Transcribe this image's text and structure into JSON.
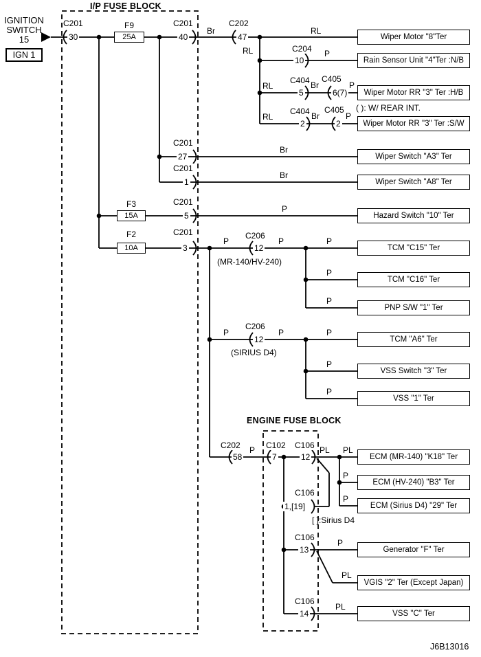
{
  "titles": {
    "ip_block": "I/P FUSE BLOCK",
    "engine_block": "ENGINE FUSE BLOCK",
    "doc_id": "J6B13016"
  },
  "source": {
    "line1": "IGNITION",
    "line2": "SWITCH",
    "pin": "15",
    "tag": "IGN 1"
  },
  "fuses": [
    {
      "name": "F9",
      "rating": "25A"
    },
    {
      "name": "F3",
      "rating": "15A"
    },
    {
      "name": "F2",
      "rating": "10A"
    }
  ],
  "connectors": [
    {
      "name": "C201",
      "pin": "30"
    },
    {
      "name": "C201",
      "pin": "40"
    },
    {
      "name": "C202",
      "pin": "47"
    },
    {
      "name": "C204",
      "pin": "10"
    },
    {
      "name": "C404",
      "pin": "5"
    },
    {
      "name": "C405",
      "pin": "6(7)"
    },
    {
      "name": "C404",
      "pin": "2"
    },
    {
      "name": "C405",
      "pin": "2"
    },
    {
      "name": "C201",
      "pin": "27"
    },
    {
      "name": "C201",
      "pin": "1"
    },
    {
      "name": "C201",
      "pin": "5"
    },
    {
      "name": "C201",
      "pin": "3"
    },
    {
      "name": "C206",
      "pin": "12"
    },
    {
      "name": "C206",
      "pin": "12"
    },
    {
      "name": "C202",
      "pin": "58"
    },
    {
      "name": "C102",
      "pin": "7"
    },
    {
      "name": "C106",
      "pin": "12"
    },
    {
      "name": "C106",
      "pin": "1,[19]"
    },
    {
      "name": "C106",
      "pin": "13"
    },
    {
      "name": "C106",
      "pin": "14"
    }
  ],
  "wire_labels": [
    "Br",
    "RL",
    "RL",
    "P",
    "RL",
    "Br",
    "P",
    "RL",
    "Br",
    "P",
    "Br",
    "Br",
    "P",
    "P",
    "P",
    "P",
    "P",
    "P",
    "P",
    "P",
    "P",
    "P",
    "P",
    "P",
    "PL",
    "PL",
    "P",
    "P",
    "P",
    "PL",
    "PL"
  ],
  "notes": [
    "( ): W/ REAR INT.",
    "(MR-140/HV-240)",
    "(SIRIUS D4)",
    "[ ]:Sirius D4"
  ],
  "terminals": [
    "Wiper Motor \"8\"Ter",
    "Rain Sensor Unit \"4\"Ter :N/B",
    "Wiper Motor RR \"3\" Ter :H/B",
    "Wiper Motor RR \"3\" Ter :S/W",
    "Wiper Switch \"A3\" Ter",
    "Wiper Switch \"A8\" Ter",
    "Hazard Switch \"10\" Ter",
    "TCM \"C15\" Ter",
    "TCM \"C16\" Ter",
    "PNP S/W \"1\" Ter",
    "TCM \"A6\" Ter",
    "VSS Switch \"3\" Ter",
    "VSS \"1\" Ter",
    "ECM (MR-140) \"K18\" Ter",
    "ECM (HV-240) \"B3\" Ter",
    "ECM (Sirius D4) \"29\" Ter",
    "Generator \"F\" Ter",
    "VGIS \"2\" Ter (Except Japan)",
    "VSS \"C\" Ter"
  ]
}
